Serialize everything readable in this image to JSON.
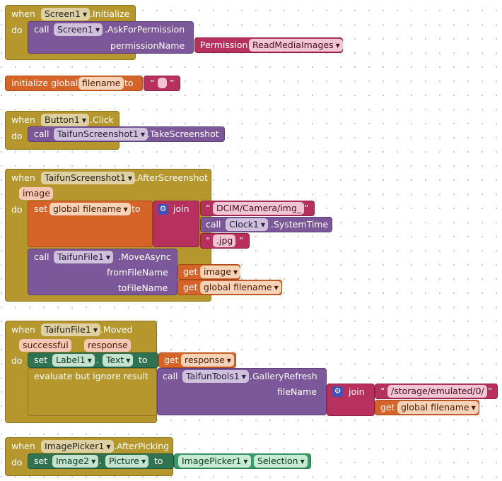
{
  "labels": {
    "when": "when",
    "do": "do",
    "call": "call",
    "set": "set",
    "get": "get",
    "to": "to",
    "join": "join",
    "dot": ".",
    "quote_open": "“",
    "quote_close": "”",
    "initialize_global": "initialize global",
    "evaluate_but_ignore": "evaluate but ignore result"
  },
  "blocks": {
    "screen_init": {
      "component": "Screen1",
      "event": ".Initialize",
      "call_component": "Screen1",
      "method": ".AskForPermission",
      "arg_name": "permissionName",
      "permission_label": "Permission",
      "permission_value": "ReadMediaImages"
    },
    "global_var": {
      "name": "filename",
      "value": ""
    },
    "button_click": {
      "component": "Button1",
      "event": ".Click",
      "call_component": "TaifunScreenshot1",
      "method": ".TakeScreenshot"
    },
    "after_screenshot": {
      "component": "TaifunScreenshot1",
      "event": ".AfterScreenshot",
      "param": "image",
      "set_var": "global filename",
      "join_text_1": "DCIM/Camera/img_",
      "clock_component": "Clock1",
      "clock_method": ".SystemTime",
      "join_text_2": ".jpg",
      "move_component": "TaifunFile1",
      "move_method": ".MoveAsync",
      "arg_from": "fromFileName",
      "arg_to": "toFileName",
      "get_from": "image",
      "get_to": "global filename"
    },
    "file_moved": {
      "component": "TaifunFile1",
      "event": ".Moved",
      "param_1": "successful",
      "param_2": "response",
      "set_component": "Label1",
      "set_property": "Text",
      "get_value": "response",
      "tools_component": "TaifunTools1",
      "tools_method": ".GalleryRefresh",
      "arg_name": "fileName",
      "join_text": "/storage/emulated/0/",
      "get_var": "global filename"
    },
    "after_picking": {
      "component": "ImagePicker1",
      "event": ".AfterPicking",
      "set_component": "Image2",
      "set_property": "Picture",
      "src_component": "ImagePicker1",
      "src_property": "Selection"
    }
  }
}
